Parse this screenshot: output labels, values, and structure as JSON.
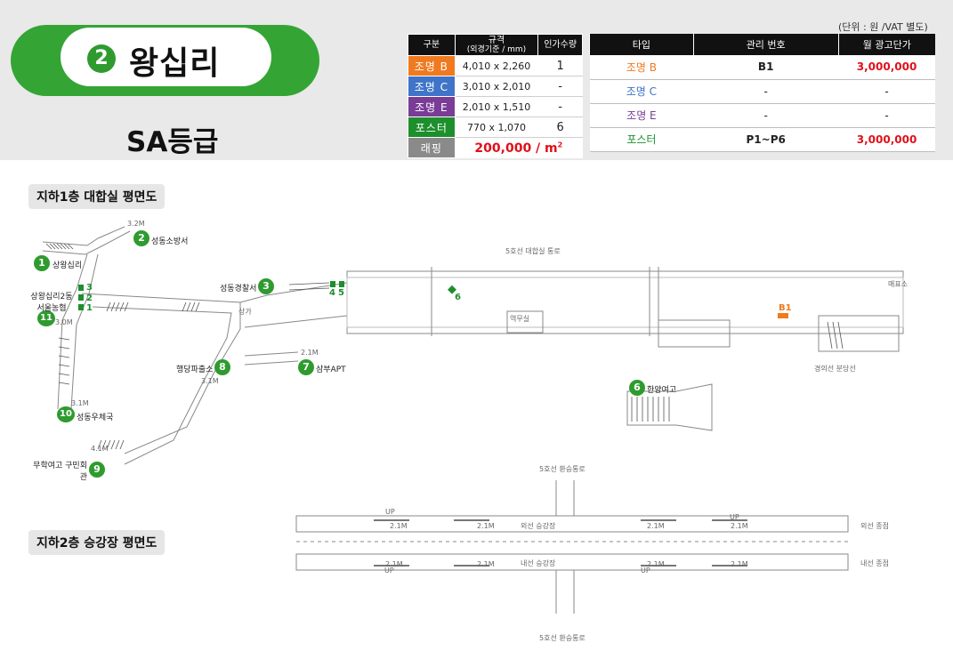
{
  "station": {
    "number": "2",
    "name": "왕십리",
    "grade": "SA등급"
  },
  "unit_note": "(단위 : 원 /VAT 별도)",
  "spec_table": {
    "headers": {
      "type": "구분",
      "size": "규격",
      "size_sub": "(외경기준 / mm)",
      "count": "인가수량"
    },
    "rows": [
      {
        "label": "조명 B",
        "size": "4,010 x 2,260",
        "count": "1",
        "color": "#f07a1f"
      },
      {
        "label": "조명 C",
        "size": "3,010 x 2,010",
        "count": "-",
        "color": "#3f74c8"
      },
      {
        "label": "조명 E",
        "size": "2,010 x 1,510",
        "count": "-",
        "color": "#7a3c97"
      },
      {
        "label": "포스터",
        "size": "770 x 1,070",
        "count": "6",
        "color": "#1d8f2c"
      }
    ],
    "wrapping": {
      "label": "래핑",
      "rate": "200,000 / m",
      "unit_sup": "2"
    }
  },
  "price_table": {
    "headers": [
      "타입",
      "관리 번호",
      "월 광고단가"
    ],
    "rows": [
      {
        "type": "조명 B",
        "id": "B1",
        "price": "3,000,000"
      },
      {
        "type": "조명 C",
        "id": "-",
        "price": "-"
      },
      {
        "type": "조명 E",
        "id": "-",
        "price": "-"
      },
      {
        "type": "포스터",
        "id": "P1~P6",
        "price": "3,000,000"
      }
    ]
  },
  "floors": {
    "b1": "지하1층 대합실 평면도",
    "b2": "지하2층 승강장 평면도"
  },
  "exits": [
    {
      "num": "1",
      "name": "상왕십리"
    },
    {
      "num": "2",
      "name": "성동소방서"
    },
    {
      "num": "3",
      "name": "성동경찰서"
    },
    {
      "num": "6",
      "name": "한양여고"
    },
    {
      "num": "7",
      "name": "삼부APT"
    },
    {
      "num": "8",
      "name": "행당파출소"
    },
    {
      "num": "9",
      "name": "무학여고 구민회관"
    },
    {
      "num": "10",
      "name": "성동우체국"
    },
    {
      "num": "11",
      "name": "상왕십리2동 서울농협"
    }
  ],
  "map_labels": {
    "line5_transfer_top": "5호선 대합실 통로",
    "line5_transfer_mid": "5호선 환승통로",
    "line5_transfer_bottom": "5호선 환승통로",
    "gyeongui": "경의선 분당선",
    "ticket": "매표소",
    "station_office": "역무실",
    "outer_platform": "외선 승강장",
    "inner_platform": "내선 승강장",
    "outer_terminal": "외선 종점",
    "inner_terminal": "내선 종점",
    "b1_marker": "B1",
    "shops": "상가"
  },
  "dims": {
    "d32": "3.2M",
    "d30": "3.0M",
    "d31": "3.1M",
    "d21": "2.1M",
    "d41": "4.1M",
    "up": "UP"
  },
  "poster_markers": [
    "1",
    "2",
    "3",
    "4",
    "5",
    "6"
  ],
  "colors": {
    "green": "#2f9b2f",
    "orange": "#f07a1f",
    "red": "#e0101a"
  }
}
